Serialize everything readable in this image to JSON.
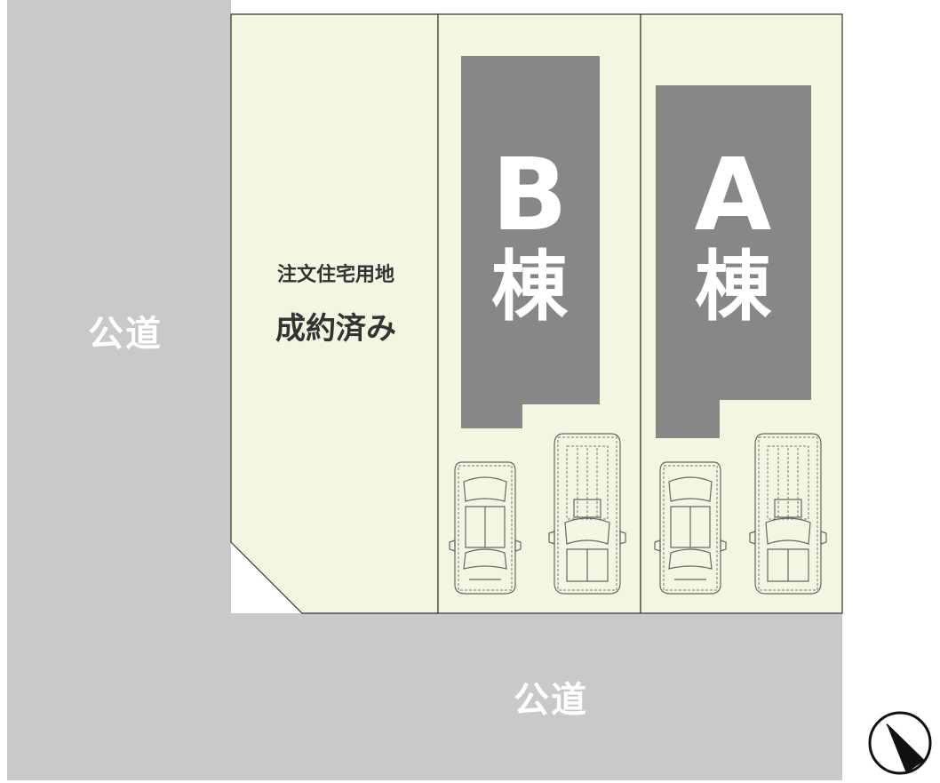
{
  "roads": {
    "west_label": "公道",
    "south_label": "公道"
  },
  "lots": {
    "sold_line1": "注文住宅用地",
    "sold_line2": "成約済み"
  },
  "buildings": {
    "b_letter": "B",
    "b_kanji": "棟",
    "a_letter": "A",
    "a_kanji": "棟"
  },
  "colors": {
    "road": "#c8c9c9",
    "lot_fill": "#f2f7e1",
    "building": "#878787",
    "lot_border": "#333333"
  },
  "icons": {
    "compass": "north-arrow-icon",
    "car": "car-top-view-icon"
  }
}
